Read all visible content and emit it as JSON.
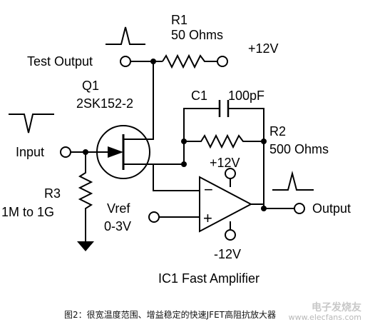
{
  "labels": {
    "r1_name": "R1",
    "r1_value": "50 Ohms",
    "plus12_top": "+12V",
    "test_output": "Test Output",
    "q1_name": "Q1",
    "q1_part": "2SK152-2",
    "c1_name": "C1",
    "c1_value": "100pF",
    "input": "Input",
    "r2_name": "R2",
    "r2_value": "500 Ohms",
    "plus12_opamp": "+12V",
    "r3_name": "R3",
    "r3_value": "1M to 1G",
    "vref": "Vref",
    "vref_range": "0-3V",
    "output": "Output",
    "minus12": "-12V",
    "minus_sign": "−",
    "plus_sign": "+",
    "ic1": "IC1 Fast Amplifier"
  },
  "caption": "图2：很宽温度范围、增益稳定的快速JFET高阻抗放大器",
  "watermark": {
    "title": "电子发烧友",
    "url": "www.elecfans.com"
  }
}
